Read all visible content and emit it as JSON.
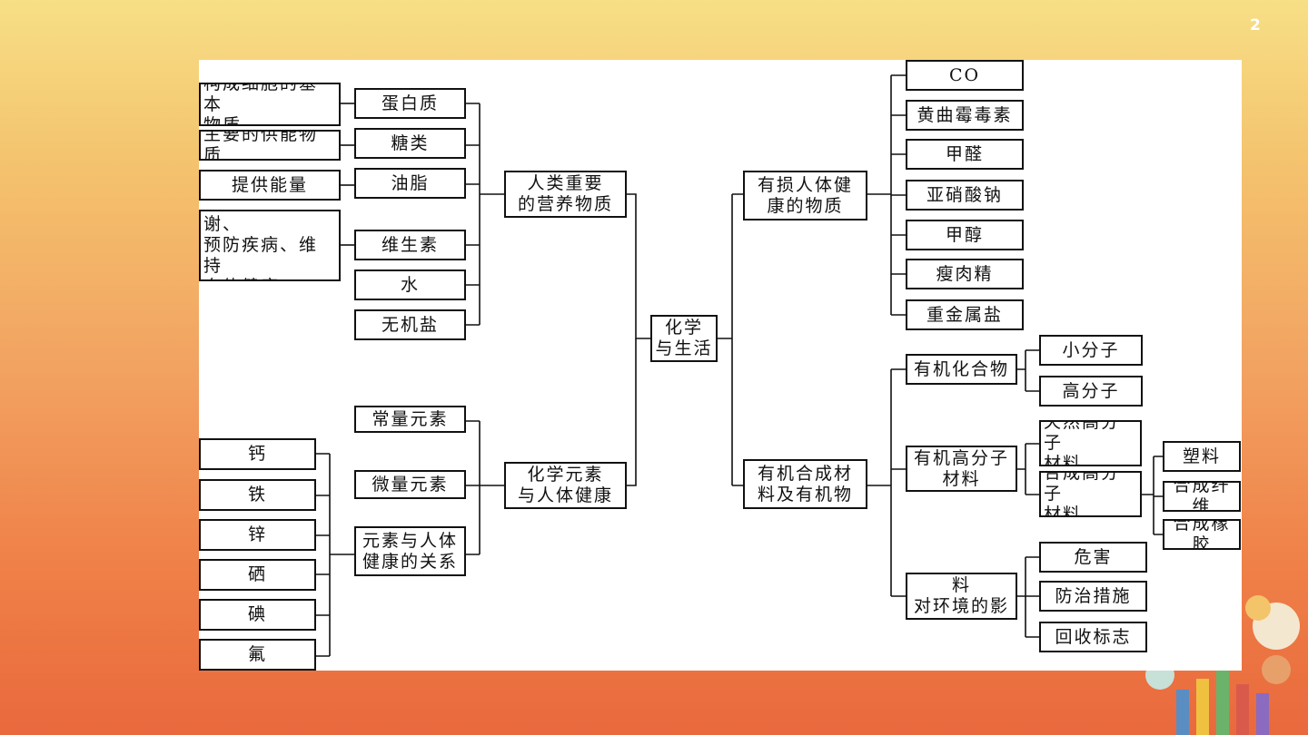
{
  "slide": {
    "page_number": "2"
  },
  "diagram": {
    "root": "化学\n与生活",
    "branch_nutrients": "人类重要\n的营养物质",
    "branch_elements": "化学元素\n与人体健康",
    "branch_harmful": "有损人体健\n康的物质",
    "branch_materials": "有机合成材\n料及有机物",
    "nutrients": [
      "蛋白质",
      "糖类",
      "油脂",
      "维生素",
      "水",
      "无机盐"
    ],
    "nutrient_functions": [
      "构成细胞的基本\n物质",
      "主要的供能物质",
      "提供能量",
      "调节新陈代谢、\n预防疾病、维持\n身体健康"
    ],
    "element_groups": [
      "常量元素",
      "微量元素",
      "元素与人体\n健康的关系"
    ],
    "trace_elements": [
      "钙",
      "铁",
      "锌",
      "硒",
      "碘",
      "氟"
    ],
    "harmful": [
      "CO",
      "黄曲霉毒素",
      "甲醛",
      "亚硝酸钠",
      "甲醇",
      "瘦肉精",
      "重金属盐"
    ],
    "organic_compounds": "有机化合物",
    "molecule_types": [
      "小分子",
      "高分子"
    ],
    "polymer_materials": "有机高分子\n材料",
    "polymer_types": [
      "天然高分子\n材料",
      "合成高分子\n材料"
    ],
    "synthetic_types": [
      "塑料",
      "合成纤维",
      "合成橡胶"
    ],
    "environment": "使用合成材料\n对环境的影响",
    "environment_items": [
      "危害",
      "防治措施",
      "回收标志"
    ]
  }
}
